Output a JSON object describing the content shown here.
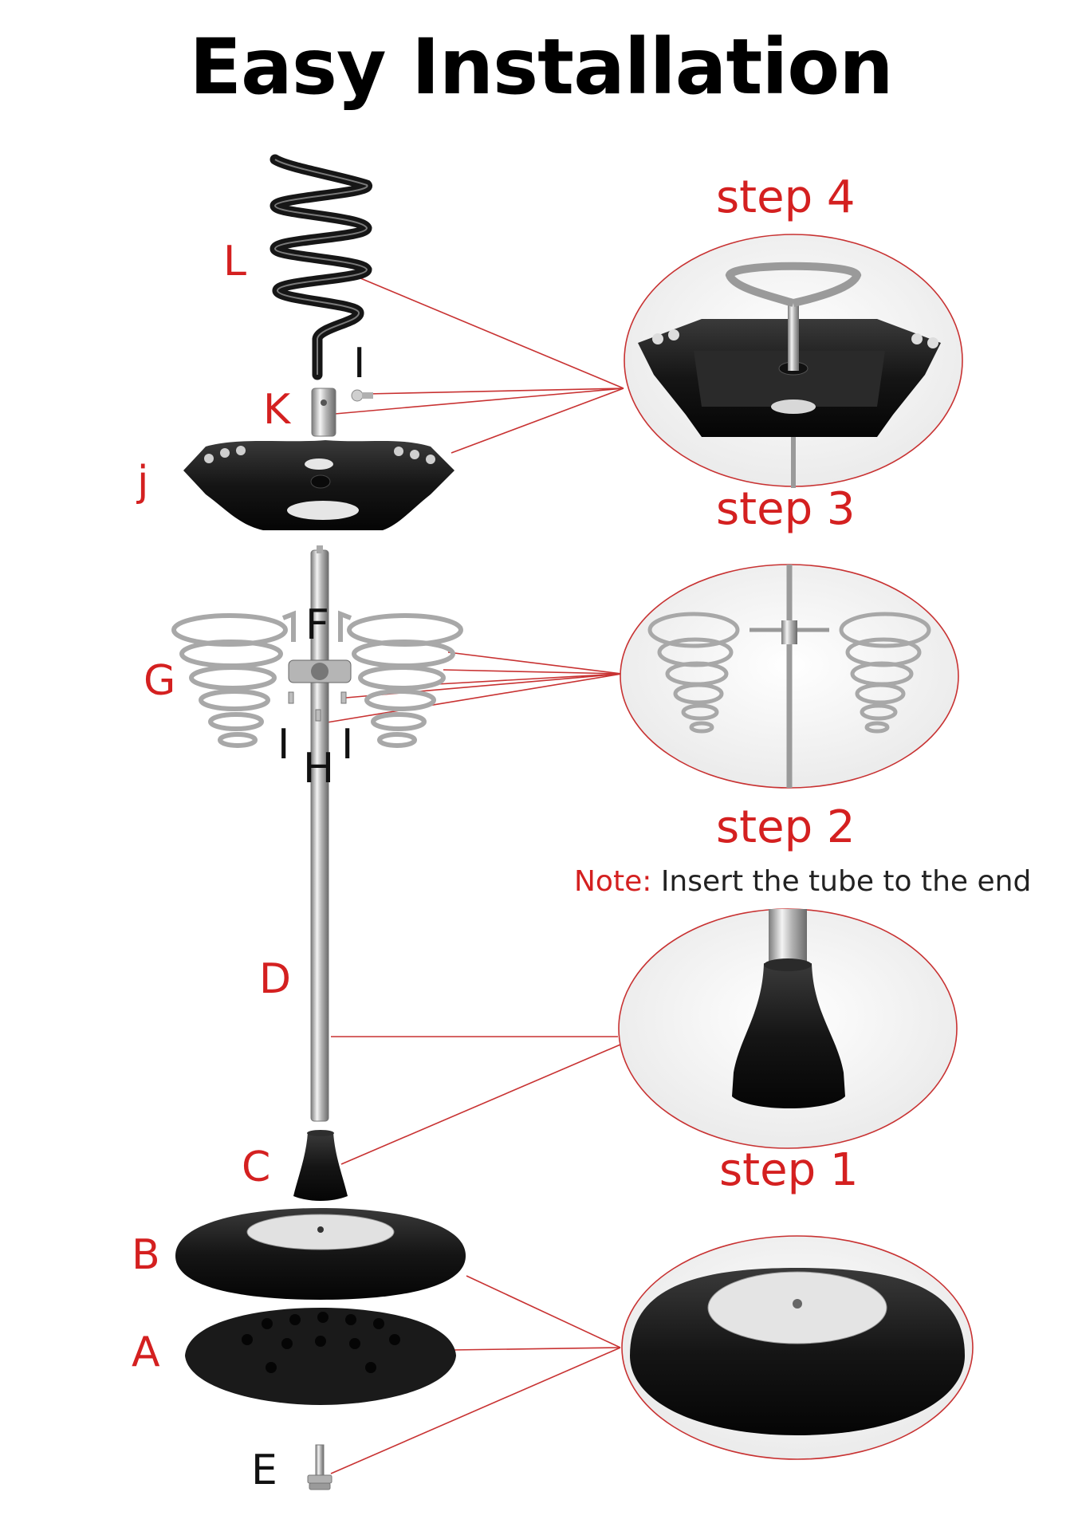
{
  "title": "Easy Installation",
  "steps": [
    "step 4",
    "step 3",
    "step 2",
    "step 1"
  ],
  "note": {
    "label": "Note:",
    "text": "Insert the tube to the end"
  },
  "parts": {
    "L": "L",
    "I_top": "I",
    "K": "K",
    "j": "j",
    "F": "F",
    "G": "G",
    "I_left": "I",
    "H": "H",
    "I_right": "I",
    "D": "D",
    "C": "C",
    "B": "B",
    "A": "A",
    "E": "E"
  },
  "colors": {
    "accent": "#d42020",
    "callout_line": "#c83232",
    "black_plastic": "#1c1c1c",
    "chrome": "#b8b8b8"
  }
}
